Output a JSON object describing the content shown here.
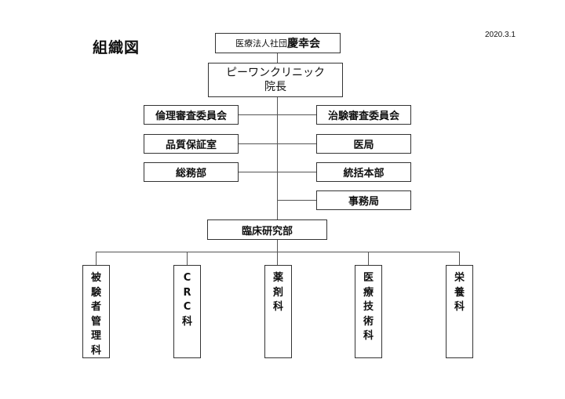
{
  "document": {
    "title": "組織図",
    "date": "2020.3.1"
  },
  "org": {
    "corporation": {
      "prefix": "医療法人社団",
      "name": "慶幸会"
    },
    "clinic": {
      "name": "ピーワンクリニック",
      "role": "院長"
    },
    "left_units": [
      "倫理審査委員会",
      "品質保証室",
      "総務部"
    ],
    "right_units": [
      "治験審査委員会",
      "医局",
      "統括本部",
      "事務局"
    ],
    "research_division": "臨床研究部",
    "departments": [
      {
        "name": "被験者管理科",
        "chars": [
          "被",
          "験",
          "者",
          "管",
          "理",
          "科"
        ]
      },
      {
        "name": "CRC科",
        "chars": [
          "C",
          "R",
          "C",
          "科"
        ]
      },
      {
        "name": "薬剤科",
        "chars": [
          "薬",
          "剤",
          "科"
        ]
      },
      {
        "name": "医療技術科",
        "chars": [
          "医",
          "療",
          "技",
          "術",
          "科"
        ]
      },
      {
        "name": "栄養科",
        "chars": [
          "栄",
          "養",
          "科"
        ]
      }
    ]
  }
}
